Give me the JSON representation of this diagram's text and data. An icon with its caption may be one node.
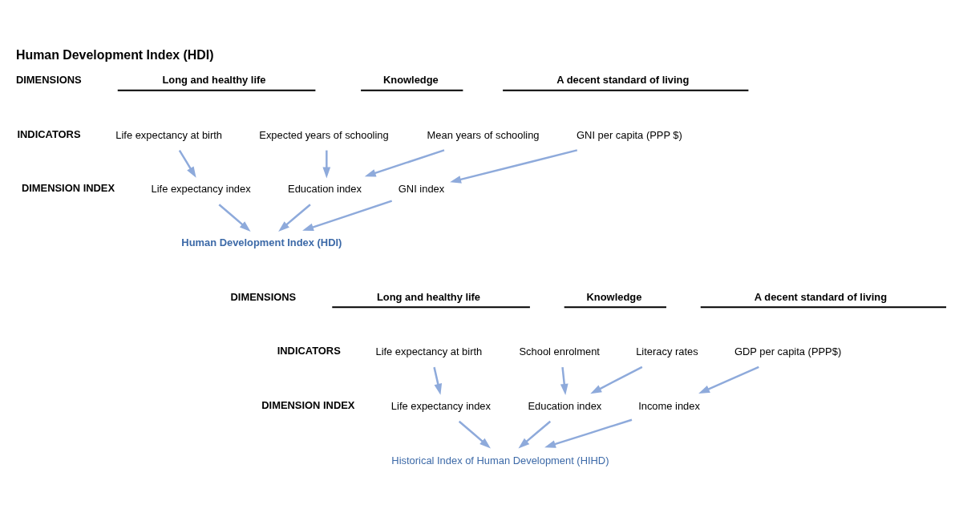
{
  "diagram": {
    "title": "Human Development Index (HDI)",
    "nodes": [
      {
        "text": [
          "Life expectancy at birth"
        ]
      },
      {
        "text": [
          "Expected years of schooling"
        ]
      },
      {
        "text": [
          "Mean years of schooling"
        ]
      },
      {
        "text": [
          "GNI per capita (PPP $)"
        ]
      },
      {
        "text": [
          "Life expectancy index"
        ]
      },
      {
        "text": [
          "Education index"
        ]
      },
      {
        "text": [
          "GNI index"
        ]
      },
      {
        "text": [
          "Human Development Index (HDI)"
        ]
      },
      {
        "text": [
          "Life expectancy at birth"
        ]
      },
      {
        "text": [
          "School enrolment"
        ]
      },
      {
        "text": [
          "Literacy rates"
        ]
      },
      {
        "text": [
          "GDP per capita (PPP$)"
        ]
      },
      {
        "text": [
          "Life expectancy index"
        ]
      },
      {
        "text": [
          "Education index"
        ]
      },
      {
        "text": [
          "Income index"
        ]
      },
      {
        "text": [
          "Historical Index of Human Development (HIHD)"
        ]
      }
    ],
    "edges": [
      {
        "from": 0,
        "to": 4,
        "arrow": "to"
      },
      {
        "from": 1,
        "to": 5,
        "arrow": "to"
      },
      {
        "from": 2,
        "to": 5,
        "arrow": "to"
      },
      {
        "from": 3,
        "to": 6,
        "arrow": "to"
      },
      {
        "from": 4,
        "to": 7,
        "arrow": "to"
      },
      {
        "from": 5,
        "to": 7,
        "arrow": "to"
      },
      {
        "from": 6,
        "to": 7,
        "arrow": "to"
      },
      {
        "from": 8,
        "to": 12,
        "arrow": "to"
      },
      {
        "from": 9,
        "to": 13,
        "arrow": "to"
      },
      {
        "from": 10,
        "to": 13,
        "arrow": "to"
      },
      {
        "from": 11,
        "to": 14,
        "arrow": "to"
      },
      {
        "from": 12,
        "to": 15,
        "arrow": "to"
      },
      {
        "from": 13,
        "to": 15,
        "arrow": "to"
      },
      {
        "from": 14,
        "to": 15,
        "arrow": "to"
      }
    ],
    "labels": [
      "DIMENSIONS",
      "Long and healthy life",
      "Knowledge",
      "A decent standard of living",
      "INDICATORS",
      "DIMENSION INDEX",
      "DIMENSIONS",
      "Long and healthy life",
      "Knowledge",
      "A decent standard of living",
      "INDICATORS",
      "DIMENSION INDEX"
    ]
  }
}
